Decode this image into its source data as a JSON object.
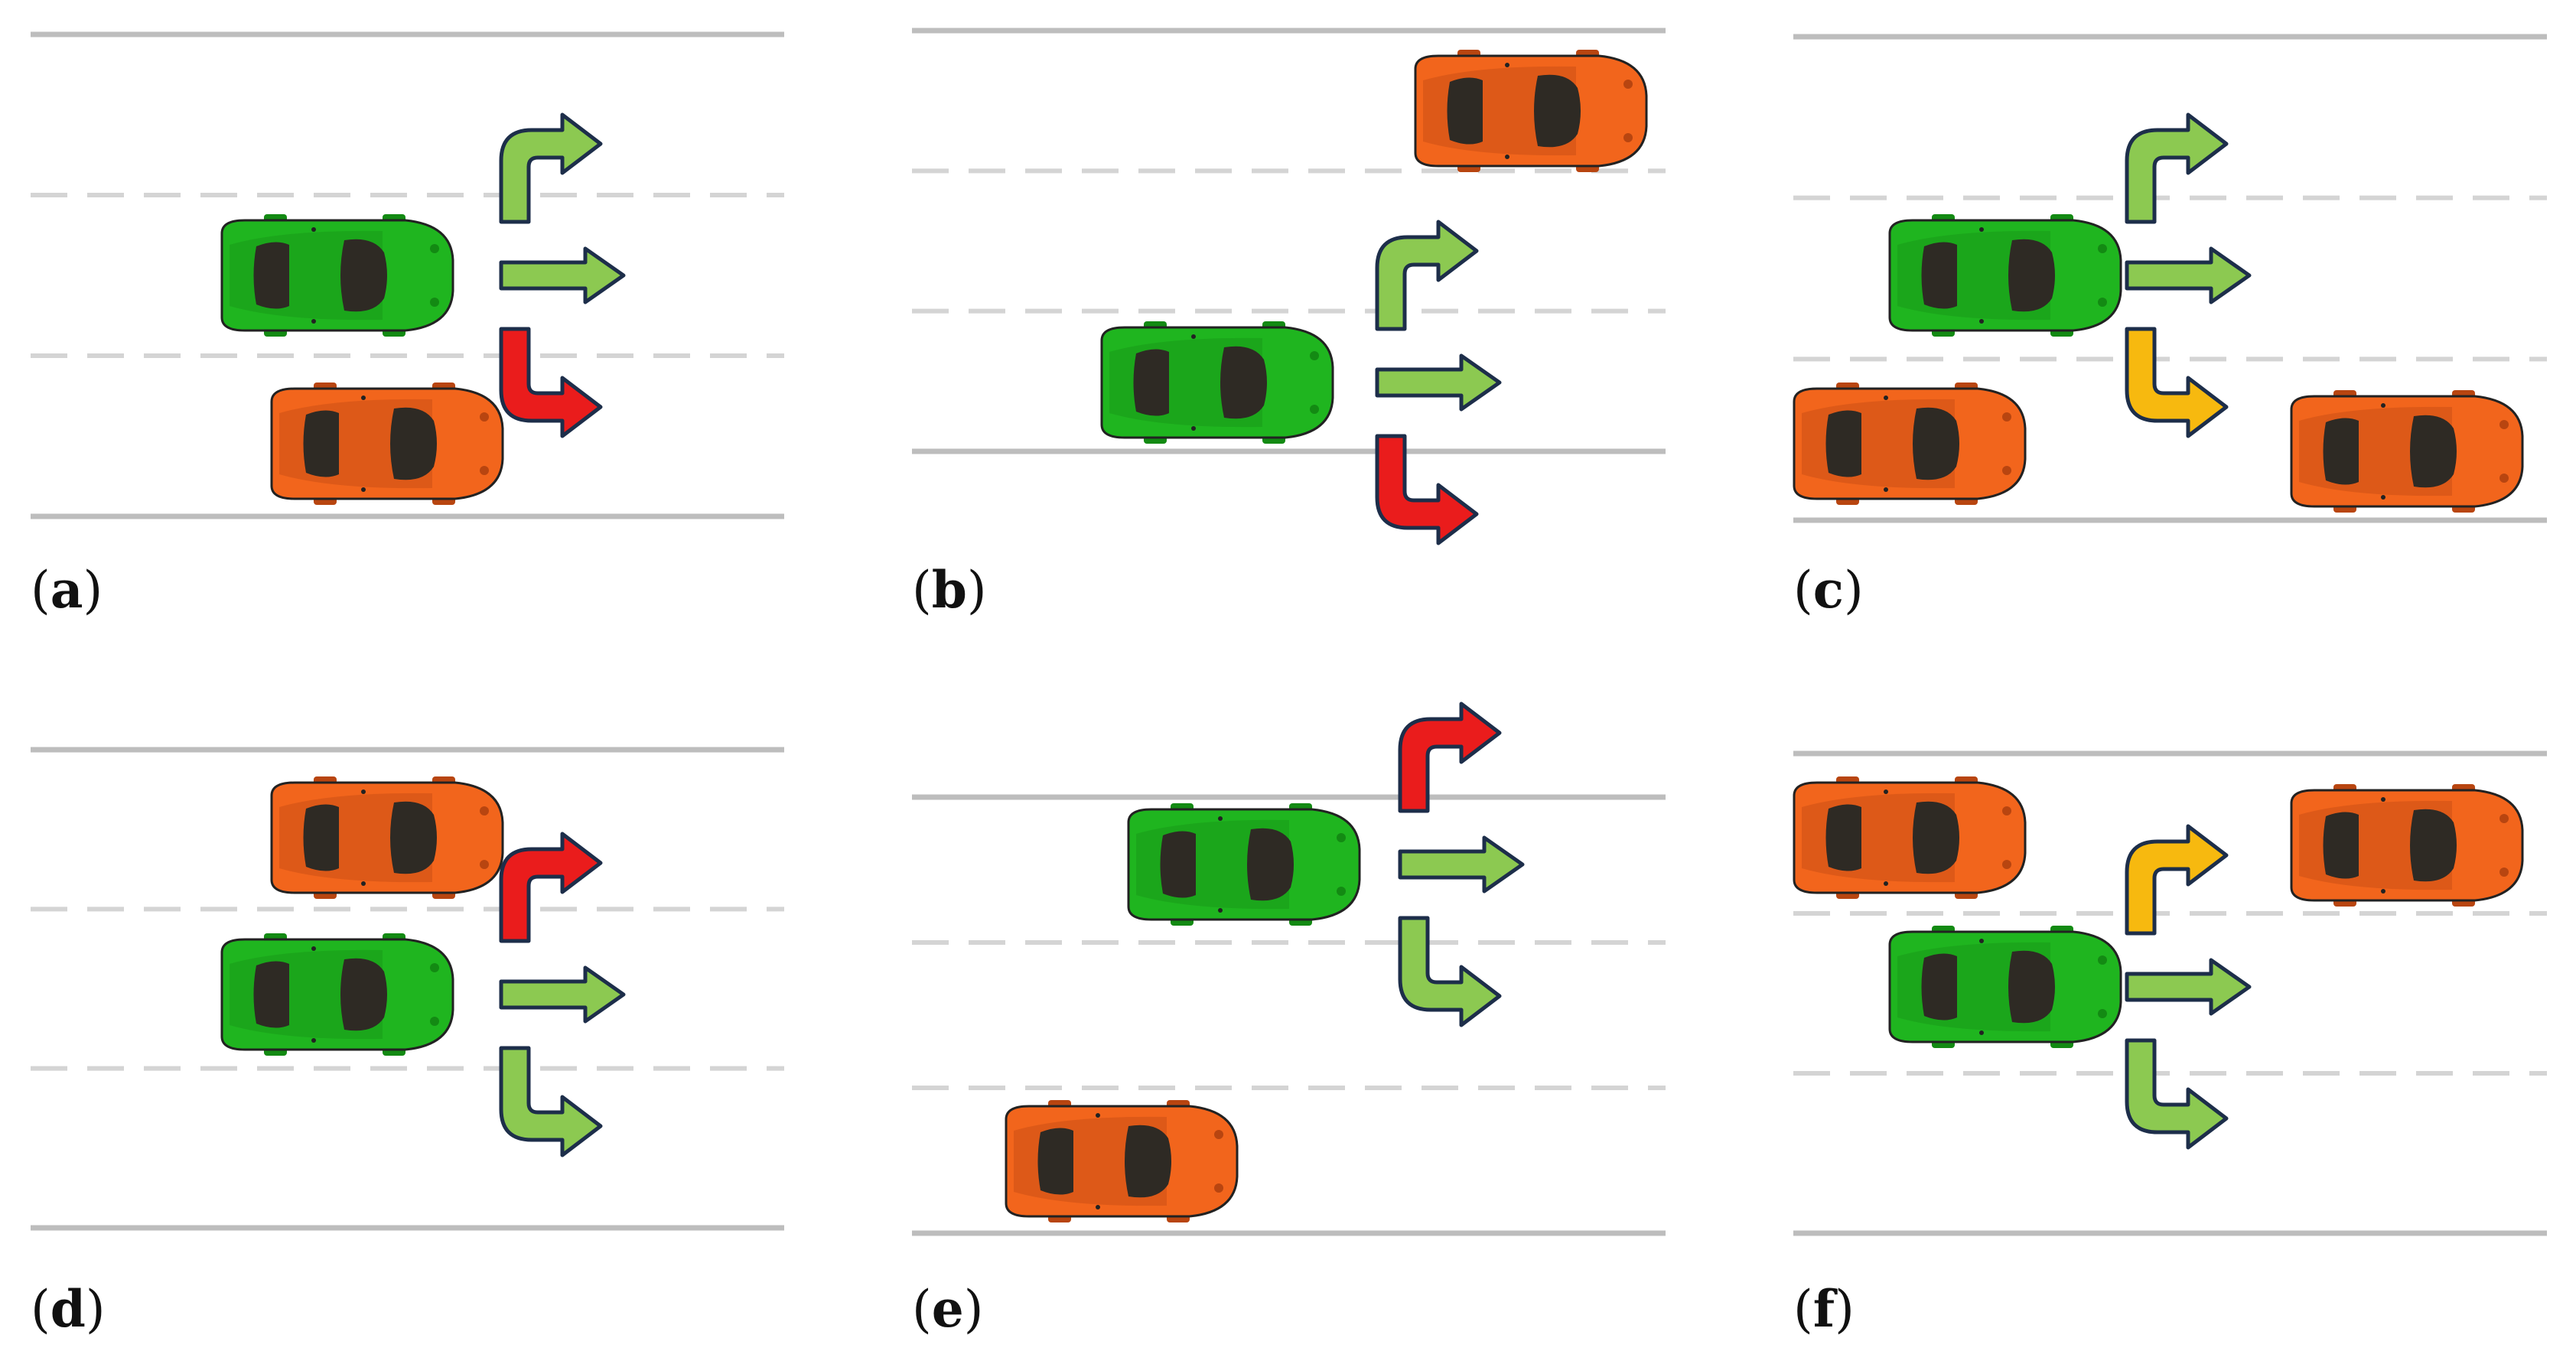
{
  "colors": {
    "road_line": "#bdbdbd",
    "lane_dash": "#d4d4d4",
    "ego_car": "#1fb51f",
    "ego_car_shade": "#138a13",
    "other_car": "#f2651c",
    "other_car_shade": "#b84510",
    "car_window": "#2e2a24",
    "arrow_outline": "#1d2e4a",
    "arrow_safe": "#8cc951",
    "arrow_caution": "#f7b90f",
    "arrow_danger": "#ea1c1c"
  },
  "icons": {
    "ego": "green-car-icon",
    "other": "orange-car-icon",
    "straight": "straight-arrow-icon",
    "left": "turn-left-arrow-icon",
    "right": "turn-right-arrow-icon"
  },
  "panels": [
    {
      "id": "a",
      "label": "a",
      "lanes": 3,
      "ego_lane": 1,
      "other_cars": [
        {
          "lane": 2,
          "position": "beside"
        }
      ],
      "maneuvers": {
        "left": "safe",
        "straight": "safe",
        "right": "danger"
      }
    },
    {
      "id": "b",
      "label": "b",
      "lanes": 3,
      "ego_lane": 2,
      "other_cars": [
        {
          "lane": 0,
          "position": "ahead"
        }
      ],
      "maneuvers": {
        "left": "safe",
        "straight": "safe",
        "right": "danger"
      }
    },
    {
      "id": "c",
      "label": "c",
      "lanes": 3,
      "ego_lane": 1,
      "other_cars": [
        {
          "lane": 2,
          "position": "behind"
        },
        {
          "lane": 2,
          "position": "ahead"
        }
      ],
      "maneuvers": {
        "left": "safe",
        "straight": "safe",
        "right": "caution"
      }
    },
    {
      "id": "d",
      "label": "d",
      "lanes": 3,
      "ego_lane": 1,
      "other_cars": [
        {
          "lane": 0,
          "position": "beside"
        }
      ],
      "maneuvers": {
        "left": "danger",
        "straight": "safe",
        "right": "safe"
      }
    },
    {
      "id": "e",
      "label": "e",
      "lanes": 3,
      "ego_lane": 0,
      "other_cars": [
        {
          "lane": 2,
          "position": "behind"
        }
      ],
      "maneuvers": {
        "left": "danger",
        "straight": "safe",
        "right": "safe"
      }
    },
    {
      "id": "f",
      "label": "f",
      "lanes": 3,
      "ego_lane": 1,
      "other_cars": [
        {
          "lane": 0,
          "position": "behind"
        },
        {
          "lane": 0,
          "position": "ahead"
        }
      ],
      "maneuvers": {
        "left": "caution",
        "straight": "safe",
        "right": "safe"
      }
    }
  ]
}
